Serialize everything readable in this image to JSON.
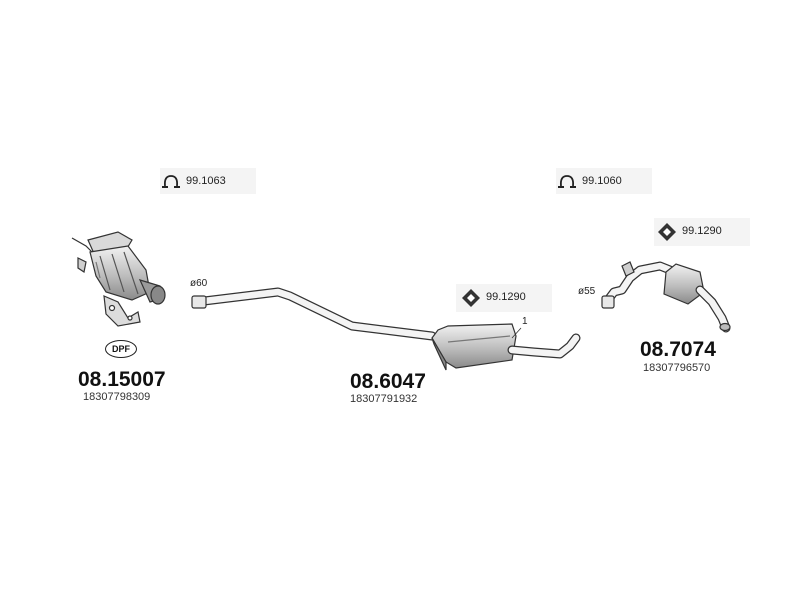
{
  "parts": [
    {
      "label": "08.15007",
      "oem": "18307798309",
      "badge": "DPF"
    },
    {
      "label": "08.6047",
      "oem": "18307791932"
    },
    {
      "label": "08.7074",
      "oem": "18307796570"
    }
  ],
  "accessories": [
    {
      "code": "99.1063",
      "icon": "clamp-icon"
    },
    {
      "code": "99.1060",
      "icon": "clamp-icon"
    },
    {
      "code": "99.1290",
      "icon": "gasket-icon"
    },
    {
      "code": "99.1290",
      "icon": "gasket-icon"
    }
  ],
  "diameters": [
    "ø60",
    "ø55"
  ],
  "callout": "1",
  "colors": {
    "line": "#333333",
    "fill": "#e6e6e6",
    "shade": "#a8a8a8",
    "text": "#111111"
  }
}
